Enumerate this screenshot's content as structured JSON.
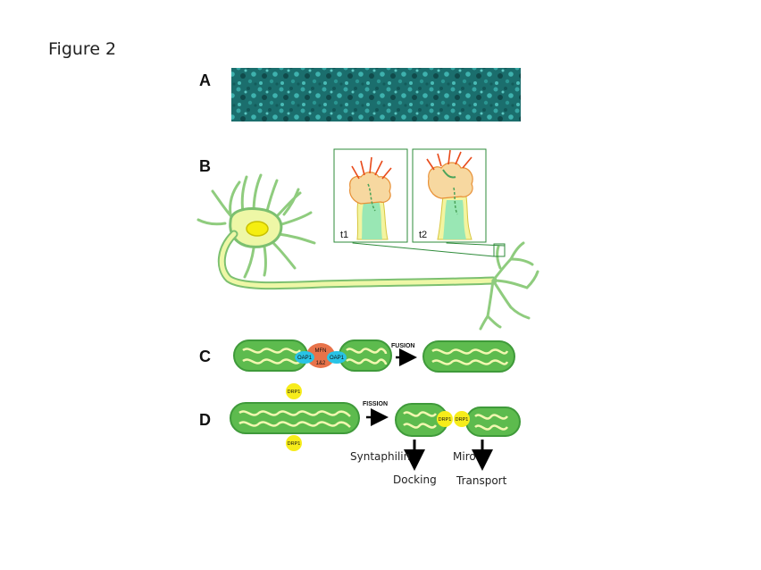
{
  "figure_title": "Figure 2",
  "panels": {
    "A": {
      "label": "A"
    },
    "B": {
      "label": "B",
      "inset_labels": [
        "t1",
        "t2"
      ]
    },
    "C": {
      "label": "C",
      "arrow_label": "FUSION",
      "proteins": {
        "left": "OAP1",
        "middle_top": "MFN",
        "middle_bottom": "1&2",
        "right": "OAP1"
      }
    },
    "D": {
      "label": "D",
      "arrow_label": "FISSION",
      "drp1_top": "DRP1",
      "drp1_bottom": "DRP1",
      "drp1_pair": [
        "DRP1",
        "DRP1"
      ],
      "outcomes": [
        {
          "protein": "Syntaphilin",
          "result": "Docking"
        },
        {
          "protein": "Miro",
          "result": "Transport"
        }
      ]
    }
  },
  "colors": {
    "mito_green": "#5dbb4e",
    "mito_dark": "#3f9a3a",
    "cristae": "#f2f7b0",
    "neuron_fill": "#eef7a6",
    "neuron_edge": "#7cc070",
    "nucleus": "#f5ee10",
    "drp1": "#f7ec1a",
    "oap1": "#29c3e6",
    "mfn": "#e8734a",
    "micrograph": "#1c6f6f"
  }
}
